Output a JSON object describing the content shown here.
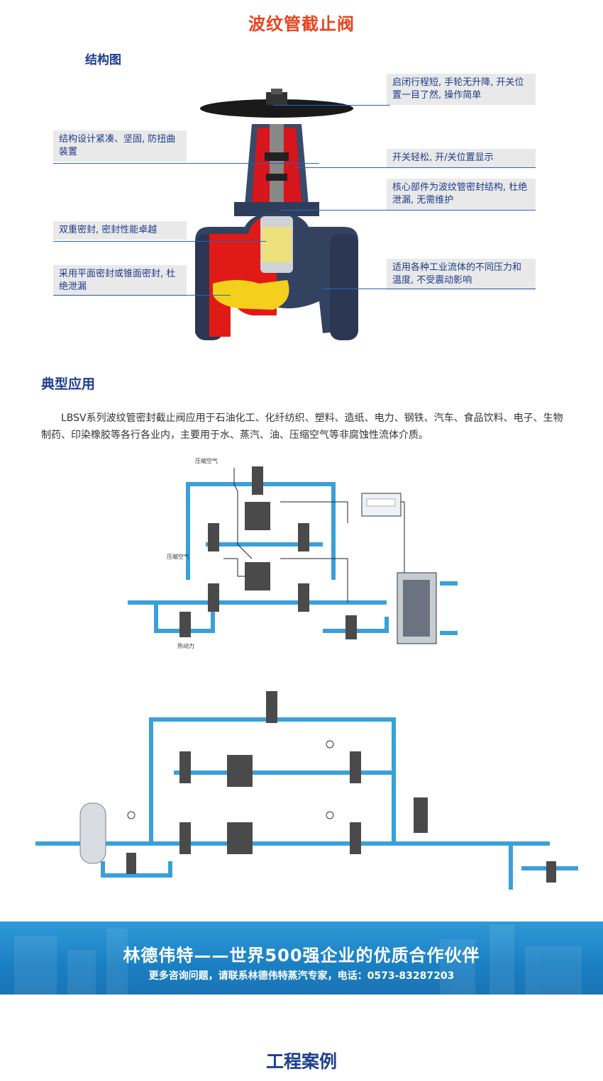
{
  "page_title": "波纹管截止阀",
  "structure": {
    "heading": "结构图",
    "callouts": [
      "启闭行程短, 手轮无升降, 开关位置一目了然, 操作简单",
      "结构设计紧凑、坚固, 防扭曲装置",
      "开关轻松, 开/关位置显示",
      "核心部件为波纹管密封结构, 杜绝泄漏, 无需维护",
      "双重密封, 密封性能卓越",
      "适用各种工业流体的不同压力和温度, 不受震动影响",
      "采用平面密封或锥面密封, 杜绝泄漏"
    ]
  },
  "typical": {
    "heading": "典型应用",
    "text": "LBSV系列波纹管密封截止阀应用于石油化工、化纤纺织、塑料、造纸、电力、钢铁、汽车、食品饮料、电子、生物制药、印染橡胶等各行各业内，主要用于水、蒸汽、油、压缩空气等非腐蚀性流体介质。"
  },
  "diagram1": {
    "label_air_1": "压缩空气",
    "label_air_2": "压缩空气",
    "label_heat": "热动力"
  },
  "banner": {
    "main": "林德伟特——世界500强企业的优质合作伙伴",
    "sub": "更多咨询问题，请联系林德伟特蒸汽专家，电话：0573-83287203"
  },
  "cases": {
    "heading": "工程案例"
  },
  "colors": {
    "accent_red": "#e8431c",
    "heading_blue": "#1d3f8f",
    "pipe_blue": "#3aa0d8",
    "banner_blue": "#1a7fc3"
  }
}
